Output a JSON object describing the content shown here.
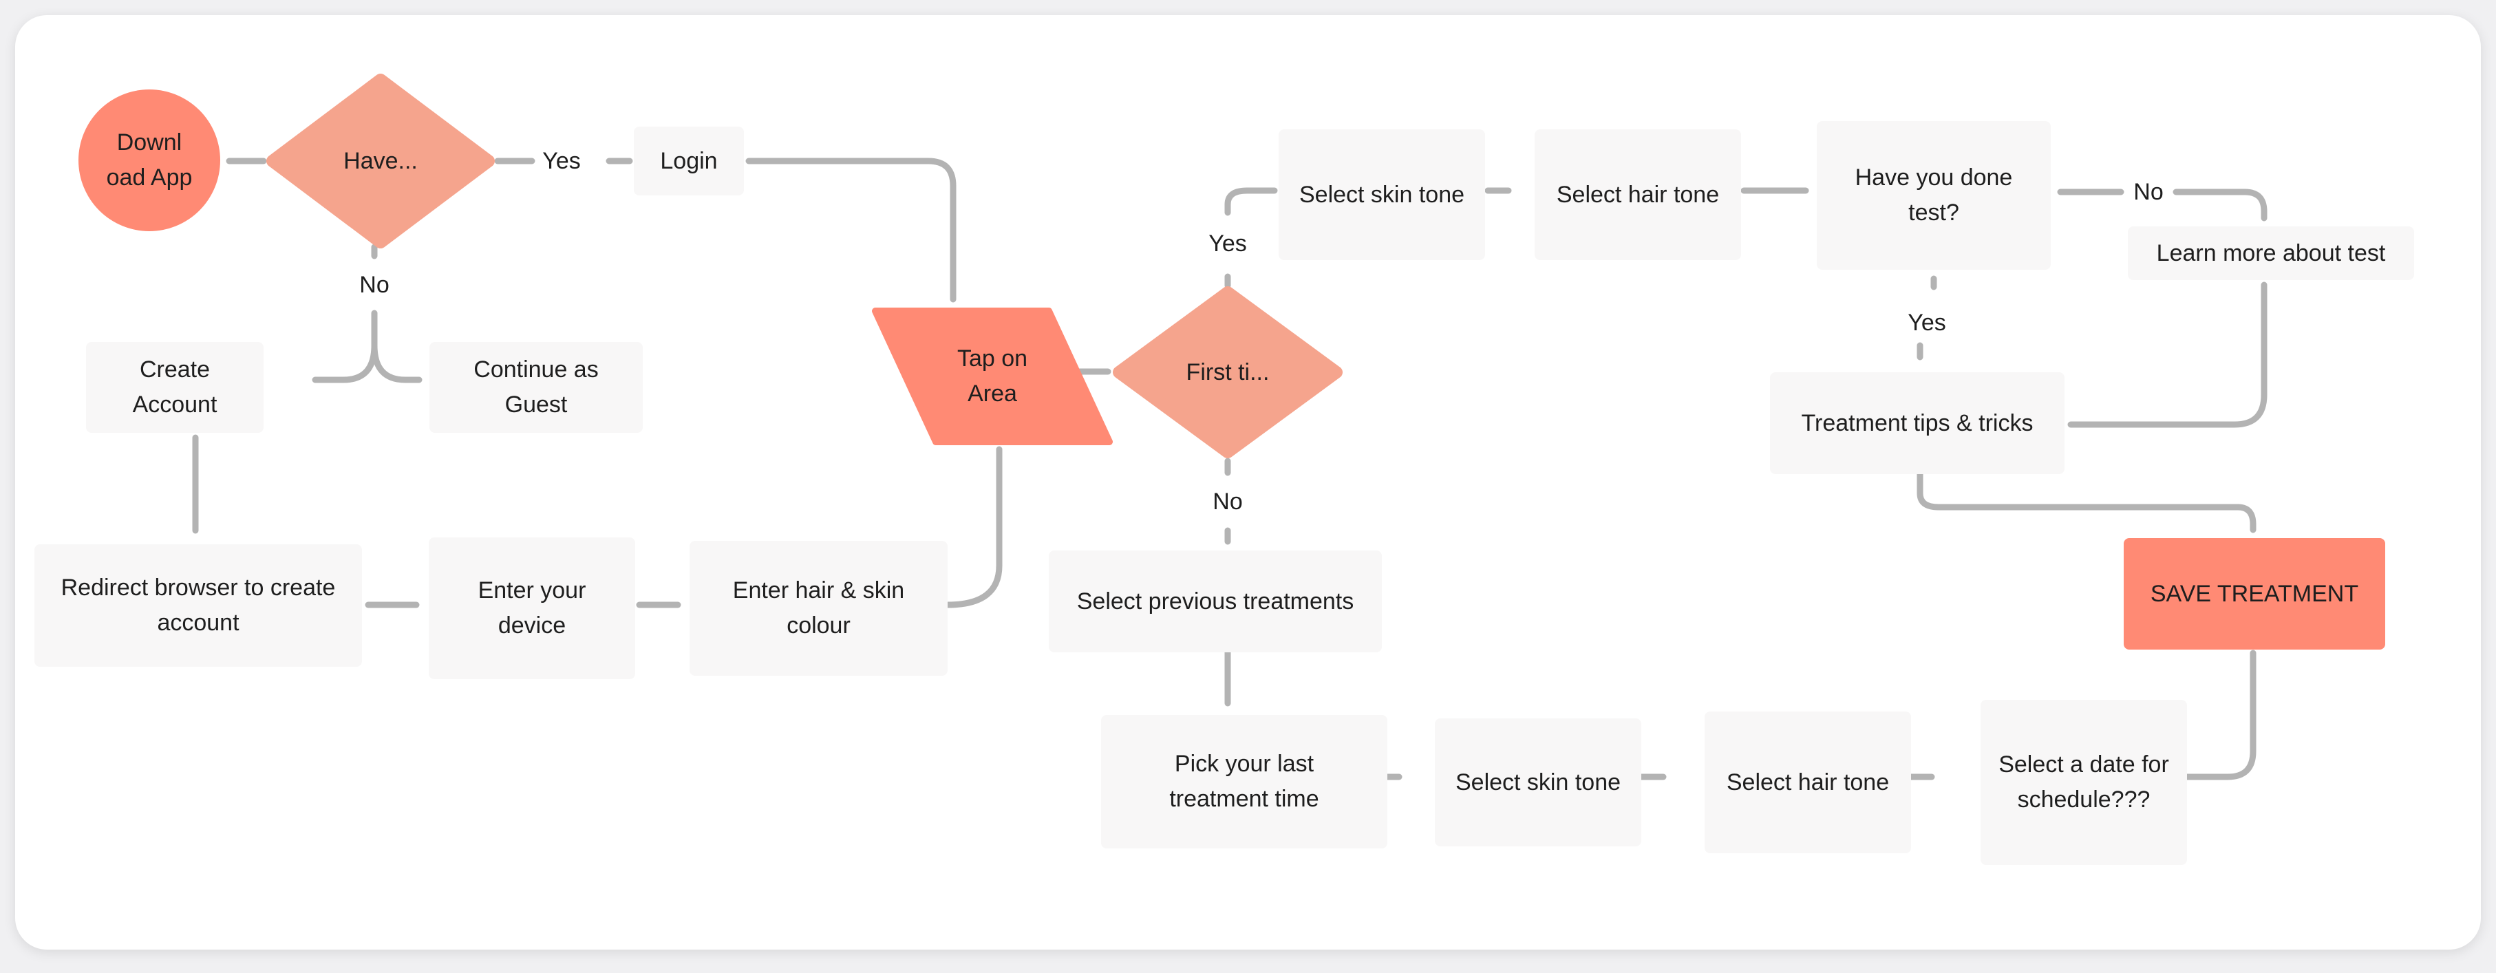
{
  "nodes": {
    "download": "Downl oad App",
    "have": "Have...",
    "login": "Login",
    "create_account": "Create Account",
    "guest": "Continue as Guest",
    "redirect": "Redirect browser to create account",
    "enter_device": "Enter your device",
    "enter_hair_skin": "Enter hair & skin colour",
    "tap_area": "Tap on Area",
    "first_time": "First ti...",
    "skin_tone_top": "Select skin tone",
    "hair_tone_top": "Select hair tone",
    "test_done": "Have you done test?",
    "learn_more": "Learn more about test",
    "tips": "Treatment tips & tricks",
    "save": "SAVE TREATMENT",
    "prev_treatments": "Select previous treatments",
    "last_time": "Pick your last treatment time",
    "skin_tone_bottom": "Select skin tone",
    "hair_tone_bottom": "Select hair tone",
    "schedule": "Select a date for schedule???"
  },
  "edge_labels": {
    "have_yes": "Yes",
    "have_no": "No",
    "first_yes": "Yes",
    "first_no": "No",
    "test_no": "No",
    "test_yes": "Yes"
  },
  "colors": {
    "accent": "#ff8a74",
    "diamond": "#f5a48d",
    "box": "#f8f7f7",
    "connector": "#b3b3b3"
  }
}
